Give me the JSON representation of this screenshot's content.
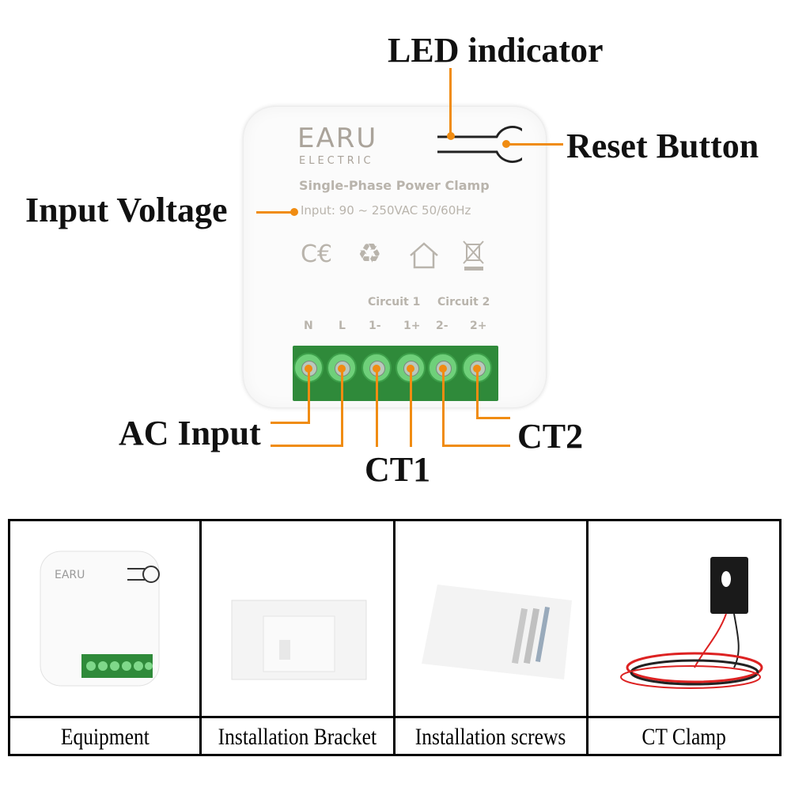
{
  "callouts": {
    "led_indicator": "LED indicator",
    "reset_button": "Reset Button",
    "input_voltage": "Input Voltage",
    "ac_input": "AC Input",
    "ct1": "CT1",
    "ct2": "CT2"
  },
  "device": {
    "brand": "EARU",
    "brand_sub": "ELECTRIC",
    "model": "Single-Phase Power Clamp",
    "input_rating": "Input: 90 ~ 250VAC 50/60Hz",
    "certifications": [
      "CE",
      "recycle-icon",
      "indoor-house-icon",
      "weee-bin-icon"
    ],
    "circuit1_label": "Circuit 1",
    "circuit2_label": "Circuit 2",
    "terminals": [
      "N",
      "L",
      "1-",
      "1+",
      "2-",
      "2+"
    ]
  },
  "package_contents": [
    {
      "label": "Equipment"
    },
    {
      "label": "Installation Bracket"
    },
    {
      "label": "Installation screws"
    },
    {
      "label": "CT Clamp"
    }
  ],
  "colors": {
    "callout_line": "#f08c12",
    "terminal_green": "#2f8a3a",
    "device_text": "#b9b4ac"
  }
}
